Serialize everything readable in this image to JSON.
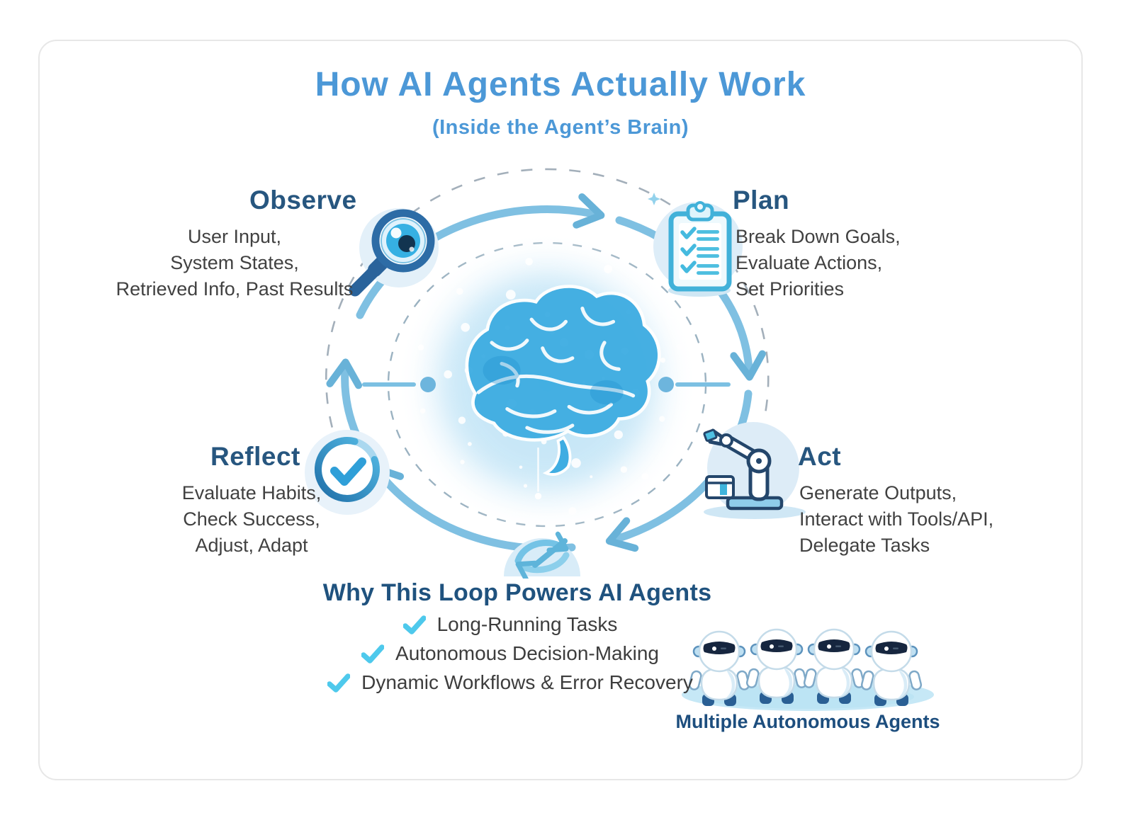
{
  "title": "How AI Agents Actually Work",
  "subtitle": "(Inside the Agent’s Brain)",
  "colors": {
    "accent_blue": "#4c98d7",
    "heading_navy": "#27567f",
    "body_text": "#414141",
    "arc_blue": "#7fc0e2",
    "check_cyan": "#4ec9ec",
    "glow_blue": "#bfe3f6",
    "visor_navy": "#16263f",
    "platform_blue": "#c6e8f6"
  },
  "steps": [
    {
      "id": "observe",
      "label": "Observe",
      "icon": "magnifier-eye-icon",
      "lines": [
        "User Input,",
        "System States,",
        "Retrieved Info, Past Results"
      ]
    },
    {
      "id": "plan",
      "label": "Plan",
      "icon": "clipboard-checklist-icon",
      "lines": [
        "Break Down Goals,",
        "Evaluate Actions,",
        "Set Priorities"
      ]
    },
    {
      "id": "act",
      "label": "Act",
      "icon": "robot-arm-icon",
      "lines": [
        "Generate Outputs,",
        "Interact with Tools/API,",
        "Delegate Tasks"
      ]
    },
    {
      "id": "reflect",
      "label": "Reflect",
      "icon": "check-circle-icon",
      "lines": [
        "Evaluate Habits,",
        "Check Success,",
        "Adjust, Adapt"
      ]
    }
  ],
  "center": {
    "icon": "brain-icon"
  },
  "loop_icon": "cycle-refresh-icon",
  "why_section": {
    "heading": "Why This Loop Powers AI Agents",
    "items": [
      "Long-Running Tasks",
      "Autonomous Decision-Making",
      "Dynamic Workflows & Error Recovery"
    ]
  },
  "agents": {
    "caption": "Multiple Autonomous Agents",
    "count": 4,
    "icon": "robot-icon"
  }
}
